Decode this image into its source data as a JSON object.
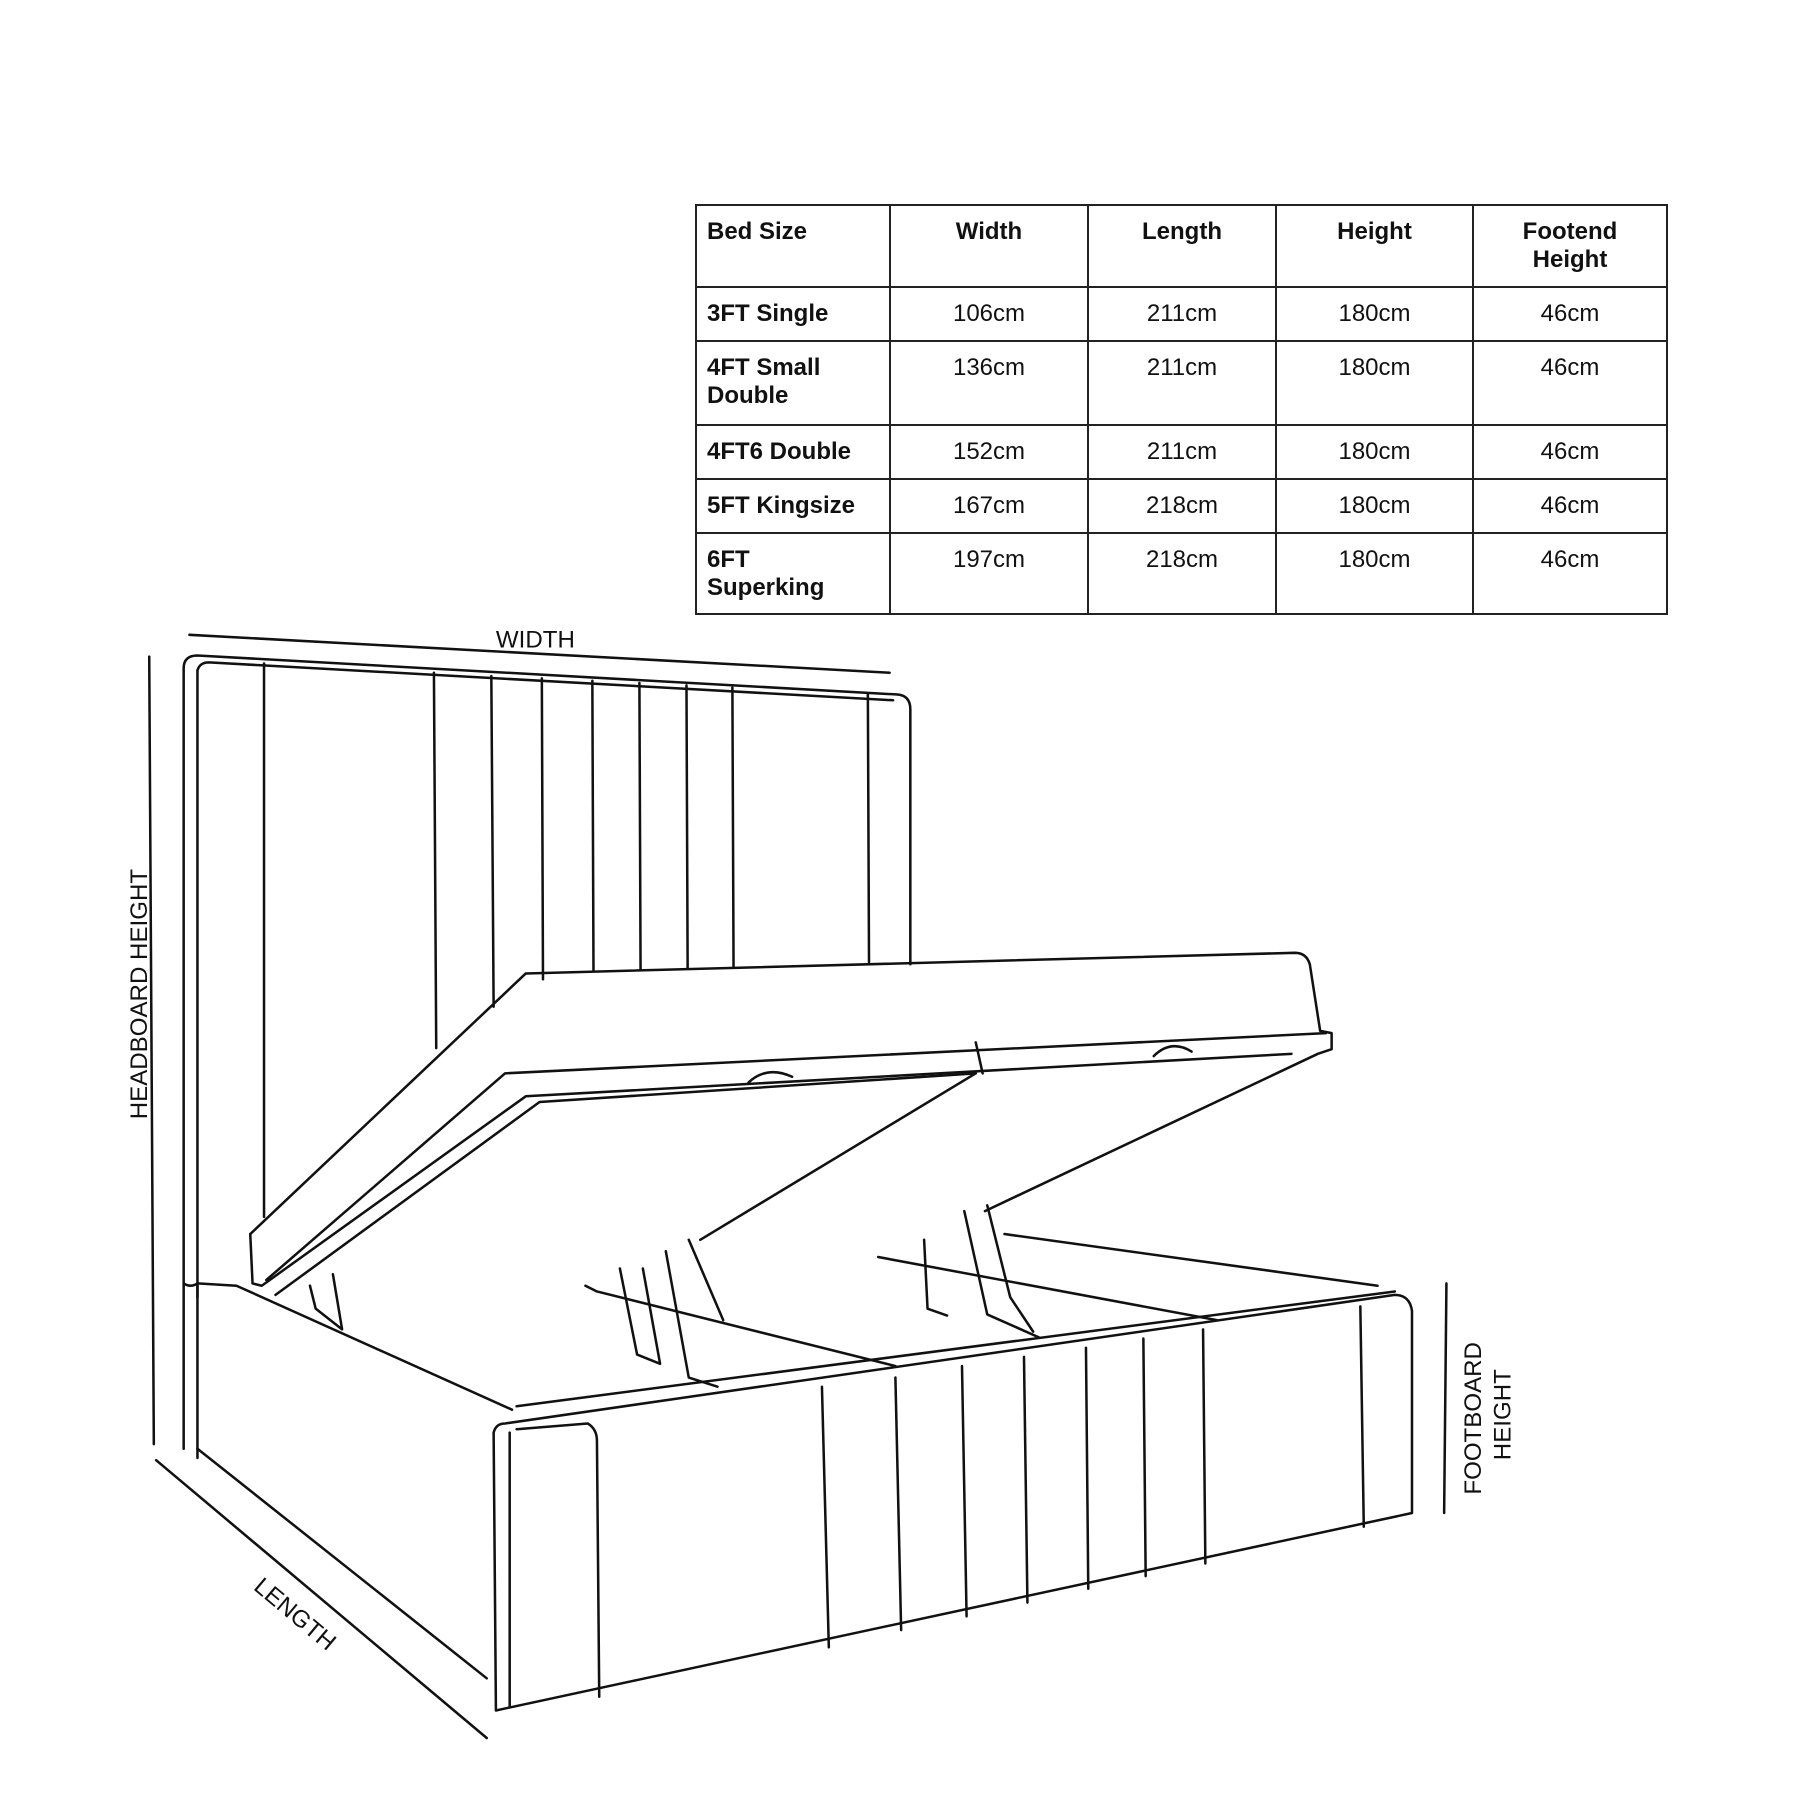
{
  "table": {
    "headers": [
      "Bed Size",
      "Width",
      "Length",
      "Height",
      "Footend Height"
    ],
    "rows": [
      [
        "3FT Single",
        "106cm",
        "211cm",
        "180cm",
        "46cm"
      ],
      [
        "4FT Small Double",
        "136cm",
        "211cm",
        "180cm",
        "46cm"
      ],
      [
        "4FT6 Double",
        "152cm",
        "211cm",
        "180cm",
        "46cm"
      ],
      [
        "5FT Kingsize",
        "167cm",
        "218cm",
        "180cm",
        "46cm"
      ],
      [
        "6FT Superking",
        "197cm",
        "218cm",
        "180cm",
        "46cm"
      ]
    ]
  },
  "diagram": {
    "width_label": "WIDTH",
    "headboard_height_label": "HEADBOARD HEIGHT",
    "length_label": "LENGTH",
    "footboard_label_line1": "FOOTBOARD",
    "footboard_label_line2": "HEIGHT"
  }
}
